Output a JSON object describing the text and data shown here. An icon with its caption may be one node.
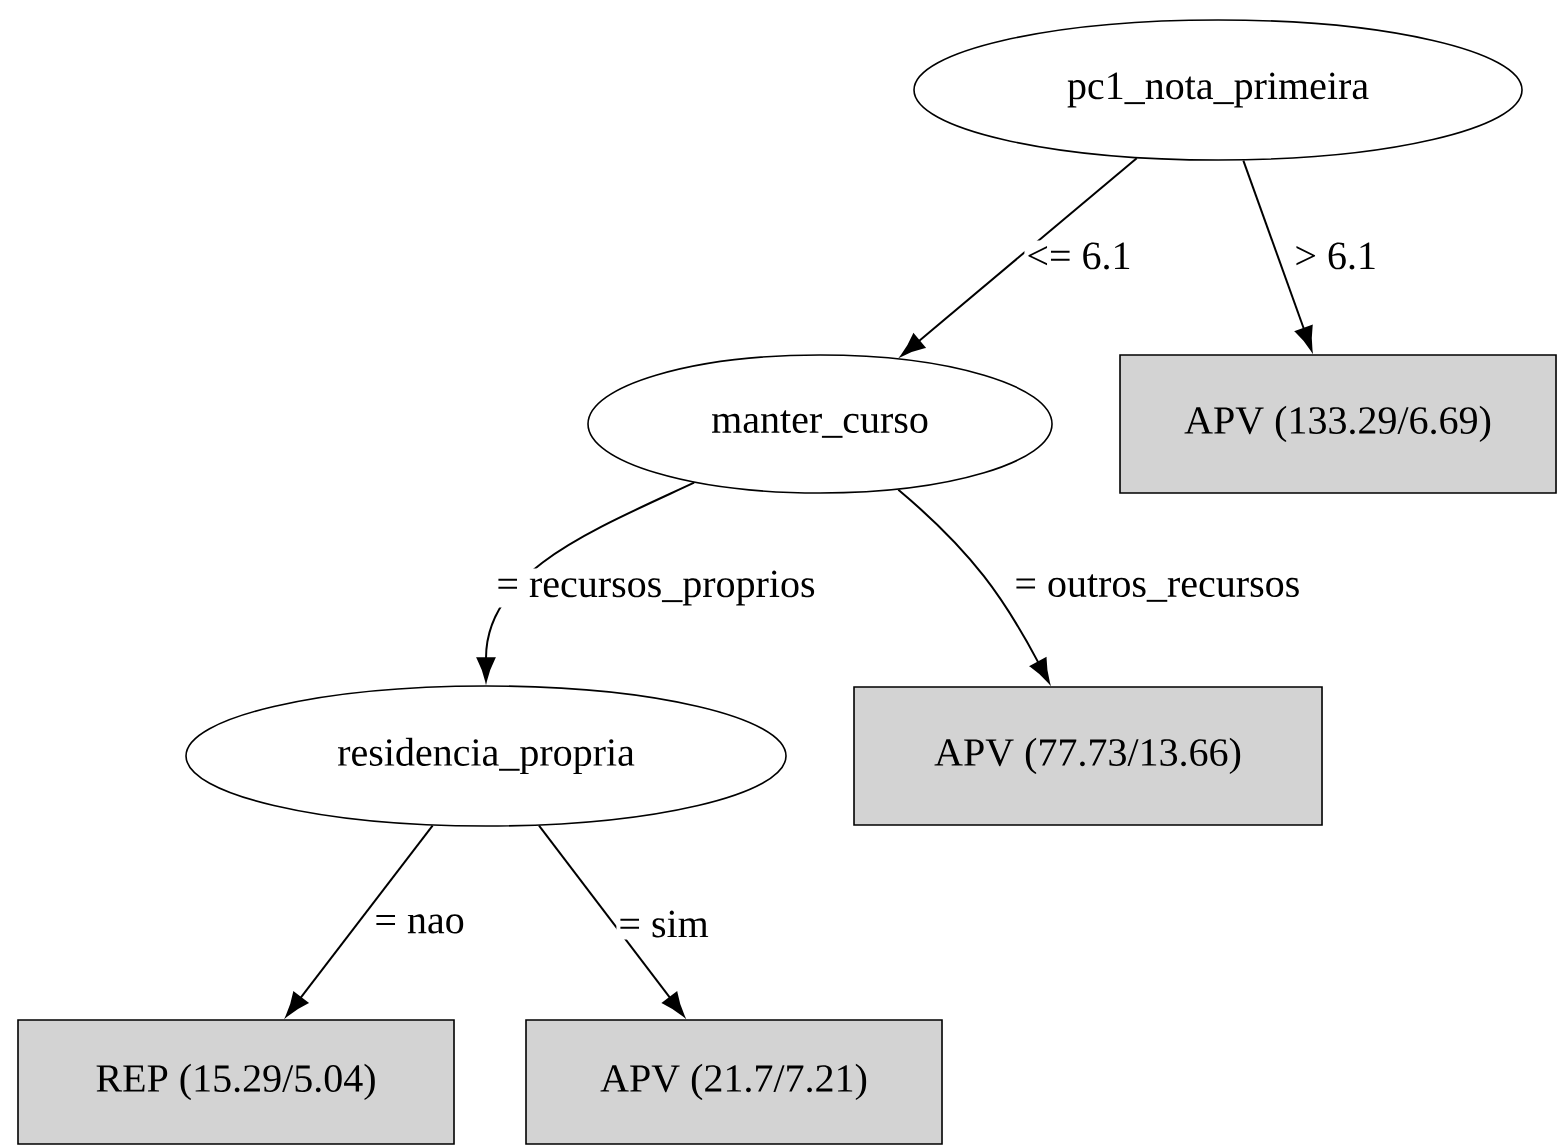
{
  "diagram": {
    "nodes": [
      {
        "text": [
          "pc1_nota_primeira"
        ]
      },
      {
        "text": [
          "manter_curso"
        ]
      },
      {
        "text": [
          "APV (133.29/6.69)"
        ]
      },
      {
        "text": [
          "residencia_propria"
        ]
      },
      {
        "text": [
          "APV (77.73/13.66)"
        ]
      },
      {
        "text": [
          "REP (15.29/5.04)"
        ]
      },
      {
        "text": [
          "APV (21.7/7.21)"
        ]
      }
    ],
    "edges": [
      {
        "from": 0,
        "to": 1,
        "arrow": "to",
        "label": "<= 6.1"
      },
      {
        "from": 0,
        "to": 2,
        "arrow": "to",
        "label": "> 6.1"
      },
      {
        "from": 1,
        "to": 3,
        "arrow": "to",
        "label": "= recursos_proprios"
      },
      {
        "from": 1,
        "to": 4,
        "arrow": "to",
        "label": "= outros_recursos"
      },
      {
        "from": 3,
        "to": 5,
        "arrow": "to",
        "label": "= nao"
      },
      {
        "from": 3,
        "to": 6,
        "arrow": "to",
        "label": "= sim"
      }
    ]
  }
}
